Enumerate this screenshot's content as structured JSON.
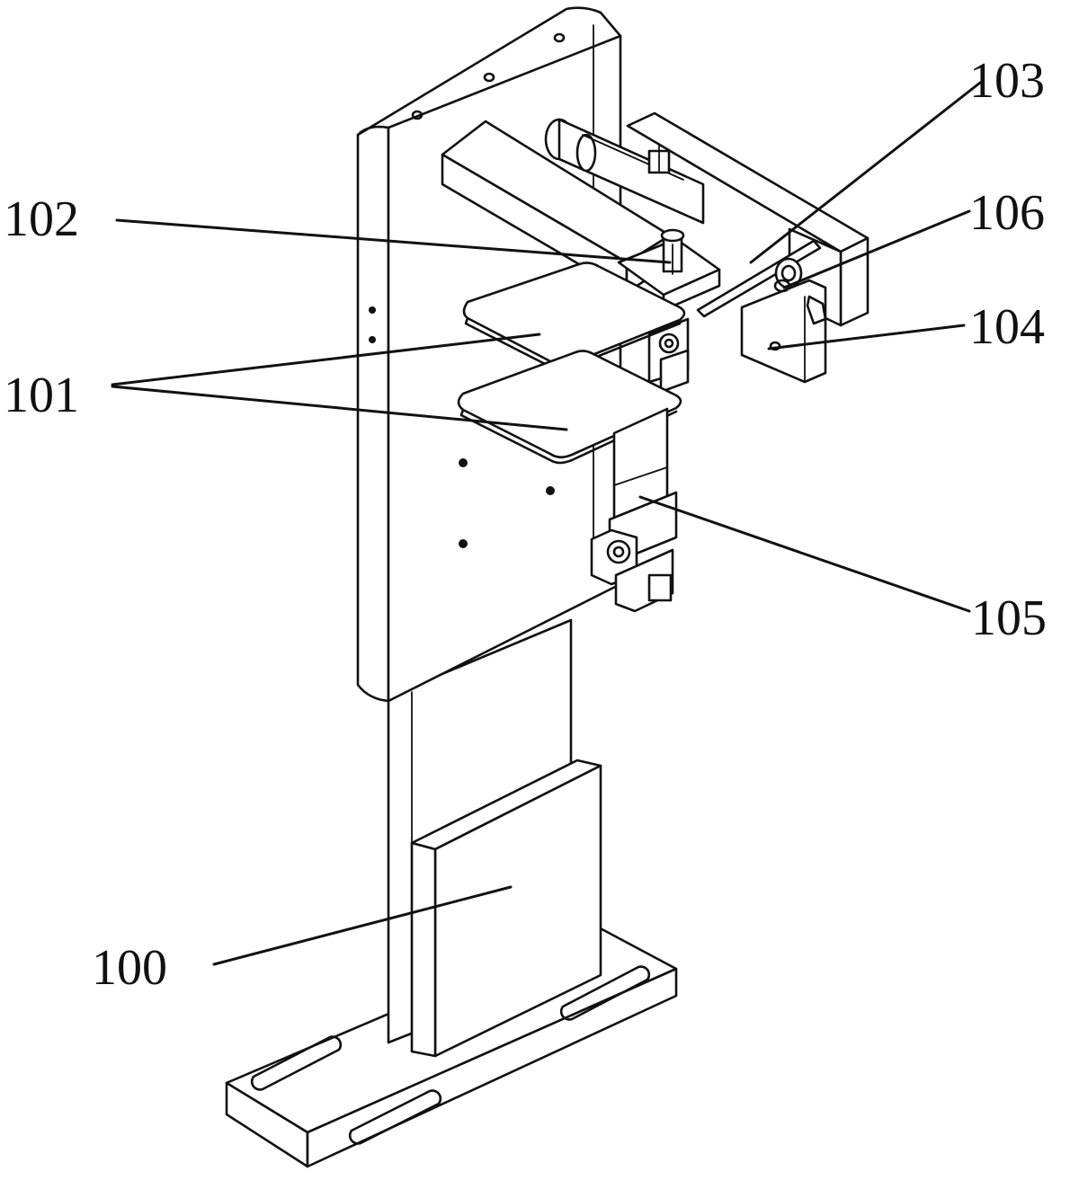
{
  "labels": {
    "l100": "100",
    "l101": "101",
    "l102": "102",
    "l103": "103",
    "l104": "104",
    "l105": "105",
    "l106": "106"
  }
}
